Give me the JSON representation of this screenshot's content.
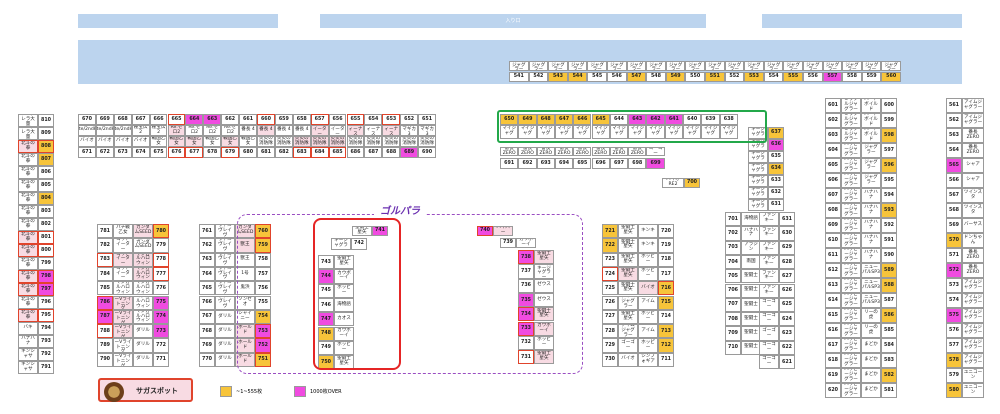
{
  "header": {
    "entrance_label": "入り口"
  },
  "landmark": {
    "title": "ゴルパラ"
  },
  "spot": {
    "label": "サガスポット"
  },
  "legend": [
    {
      "swatch": "#f7c43a",
      "label": "~1~555枚"
    },
    {
      "swatch": "#f04be0",
      "label": "1000枚OVER"
    }
  ],
  "colors": {
    "yellow": "#f7c43a",
    "magenta": "#f04be0",
    "pink": "#f8dbe3",
    "highlight": "#e0442c",
    "dash": "#9a4ec2",
    "green": "#23a84a",
    "bar": "#bcd4ee"
  },
  "top_row": {
    "models": [
      "アイムジャグラー",
      "アイムジャグラー",
      "アイムジャグラー",
      "アイムジャグラー",
      "アイムジャグラー",
      "アイムジャグラー",
      "アイムジャグラー",
      "アイムジャグラー",
      "アイムジャグラー",
      "アイムジャグラー",
      "アイムジャグラー",
      "アイムジャグラー",
      "アイムジャグラー",
      "アイムジャグラー",
      "アイムジャグラー",
      "アイムジャグラー",
      "アイムジャグラー",
      "アイムジャグラー",
      "アイムジャグラー",
      "アイムジャグラー"
    ],
    "numbers": [
      "541",
      "542",
      "543",
      "544",
      "545",
      "546",
      "547",
      "548",
      "549",
      "550",
      "551",
      "552",
      "553",
      "554",
      "555",
      "556",
      "557",
      "558",
      "559",
      "560"
    ]
  },
  "left_col": {
    "rows": [
      {
        "model": "シンデレラ大量",
        "num": "810"
      },
      {
        "model": "シンデレラ大量",
        "num": "809"
      },
      {
        "model": "北斗の拳",
        "num": "808"
      },
      {
        "model": "北斗の拳",
        "num": "807"
      },
      {
        "model": "北斗の拳",
        "num": "806"
      },
      {
        "model": "北斗の拳",
        "num": "805"
      },
      {
        "model": "北斗の拳",
        "num": "804"
      },
      {
        "model": "北斗の拳",
        "num": "803"
      },
      {
        "model": "北斗の拳",
        "num": "802"
      },
      {
        "model": "北斗の拳",
        "num": "801"
      },
      {
        "model": "北斗の拳",
        "num": "800"
      },
      {
        "model": "北斗の拳",
        "num": "799"
      },
      {
        "model": "北斗の拳",
        "num": "798"
      },
      {
        "model": "北斗の拳",
        "num": "797"
      },
      {
        "model": "北斗の拳",
        "num": "796"
      },
      {
        "model": "北斗の拳",
        "num": "795"
      },
      {
        "model": "バキ",
        "num": "794"
      },
      {
        "model": "ハナハナ",
        "num": "793"
      },
      {
        "model": "キンシャサ",
        "num": "792"
      },
      {
        "model": "キンシャサ",
        "num": "791"
      }
    ]
  },
  "upper_block": {
    "numbers_top": [
      "670",
      "669",
      "668",
      "667",
      "666",
      "665",
      "664",
      "663",
      "662",
      "661",
      "660",
      "659",
      "658",
      "657",
      "656",
      "655",
      "654",
      "653",
      "652",
      "651"
    ],
    "models_top": [
      "Fate/2ndHE",
      "Fate/2ndHE",
      "Fate/2ndHE",
      "秘宝伝 2",
      "秘宝伝 2",
      "Re:ゼロ2",
      "Re:ゼロ2",
      "Re:ゼロ2",
      "Re:ゼロ2",
      "番長 4",
      "番長 4",
      "番長 4",
      "番長 4",
      "ゴッドイーター",
      "ゴッドイーター",
      "ネオヴィーナス",
      "ネオヴィーナス",
      "ネオヴィーナス",
      "まどかマギカ3",
      "まどかマギカ3"
    ],
    "models_bottom": [
      "バイオ",
      "バイオ",
      "バイオ",
      "バイオ",
      "戦国乙女",
      "戦国乙女",
      "戦国乙女",
      "戦国乙女",
      "戦国乙女",
      "戦国乙女",
      "炎炎の消防隊",
      "炎炎の消防隊",
      "炎炎の消防隊",
      "炎炎の消防隊",
      "炎炎の消防隊",
      "炎炎の消防隊",
      "炎炎の消防隊",
      "炎炎の消防隊",
      "炎炎の消防隊",
      "炎炎の消防隊"
    ],
    "numbers_bottom": [
      "671",
      "672",
      "673",
      "674",
      "675",
      "676",
      "677",
      "678",
      "679",
      "680",
      "681",
      "682",
      "683",
      "684",
      "685",
      "686",
      "687",
      "688",
      "689",
      "690"
    ]
  },
  "green_block": {
    "numbers_top": [
      "650",
      "649",
      "648",
      "647",
      "646",
      "645",
      "644",
      "643",
      "642",
      "641",
      "640",
      "639",
      "638"
    ],
    "models_top": [
      "マイジャグ",
      "マイジャグ",
      "マイジャグ",
      "マイジャグ",
      "マイジャグ",
      "マイジャグ",
      "マイジャグ",
      "マイジャグ",
      "マイジャグ",
      "マイジャグ",
      "マイジャグ",
      "マイジャグ",
      "マイジャグ"
    ],
    "models_bottom": [
      "番長ZERO",
      "番長ZERO",
      "番長ZERO",
      "番長ZERO",
      "番長ZERO",
      "番長ZERO",
      "番長ZERO",
      "番長ZERO",
      "ゴーゴー"
    ],
    "numbers_bottom": [
      "691",
      "692",
      "693",
      "694",
      "695",
      "696",
      "697",
      "698",
      "699"
    ]
  },
  "col_637": {
    "models": [
      "ファンキージャグラー",
      "ファンキージャグラー",
      "ファンキージャグラー",
      "ファンキージャグラー",
      "ファンキージャグラー",
      "ファンキージャグラー",
      "ファンキージャグラー"
    ],
    "numbers": [
      "637",
      "636",
      "635",
      "634",
      "633",
      "632",
      "631"
    ],
    "extra": [
      {
        "model": "バイオRE2",
        "num": "700"
      }
    ]
  },
  "block_780": {
    "left": [
      {
        "num": "781",
        "model": "パチ戦乙女"
      },
      {
        "num": "782",
        "model": "ゴッドイーター"
      },
      {
        "num": "783",
        "model": "ゴッドイーター"
      },
      {
        "num": "784",
        "model": "ゴッドイーター"
      },
      {
        "num": "785",
        "model": "マジカルハロウィン"
      },
      {
        "num": "786",
        "model": "サンダーVライトニング"
      },
      {
        "num": "787",
        "model": "サンダーVライトニング"
      },
      {
        "num": "788",
        "model": "サンダーVライトニング"
      },
      {
        "num": "789",
        "model": "サンダーVライトニング"
      },
      {
        "num": "790",
        "model": "サンダーVライトニング"
      }
    ],
    "right": [
      {
        "num": "780",
        "model": "ガンダムSEED"
      },
      {
        "num": "779",
        "model": "ガンダムSEED"
      },
      {
        "num": "778",
        "model": "マジカルハロウィン"
      },
      {
        "num": "777",
        "model": "マジカルハロウィン"
      },
      {
        "num": "776",
        "model": "マジカルハロウィン"
      },
      {
        "num": "775",
        "model": "マジカルハロウィン"
      },
      {
        "num": "774",
        "model": "マジカルハロウィン"
      },
      {
        "num": "773",
        "model": "ダリル"
      },
      {
        "num": "772",
        "model": "ダリル"
      },
      {
        "num": "771",
        "model": "ダリル"
      }
    ]
  },
  "block_760": {
    "left": [
      {
        "num": "761",
        "model": "ヴァルヴレイヴ"
      },
      {
        "num": "762",
        "model": "ヴァルヴレイヴ"
      },
      {
        "num": "763",
        "model": "ヴァルヴレイヴ"
      },
      {
        "num": "764",
        "model": "ヴァルヴレイヴ"
      },
      {
        "num": "765",
        "model": "ヴァルヴレイヴ"
      },
      {
        "num": "766",
        "model": "ヴァルヴレイヴ"
      },
      {
        "num": "767",
        "model": "ダリル"
      },
      {
        "num": "768",
        "model": "ダリル"
      },
      {
        "num": "769",
        "model": "ダリル"
      },
      {
        "num": "770",
        "model": "ダリル"
      }
    ],
    "right": [
      {
        "num": "760",
        "model": "ガンダムSEED"
      },
      {
        "num": "759",
        "model": "獣王"
      },
      {
        "num": "758",
        "model": "獣王"
      },
      {
        "num": "757",
        "model": "1号"
      },
      {
        "num": "756",
        "model": "鬼浜"
      },
      {
        "num": "755",
        "model": "ソンセオ"
      },
      {
        "num": "754",
        "model": "シャイニー"
      },
      {
        "num": "753",
        "model": "ホールド"
      },
      {
        "num": "752",
        "model": "ホールド"
      },
      {
        "num": "751",
        "model": "ホールド"
      }
    ]
  },
  "gorupara_red": {
    "top": [
      {
        "num": "741",
        "model": "聖闘士星矢"
      }
    ],
    "second": [
      {
        "num": "742",
        "model": "ファンキージャグラー"
      }
    ],
    "left": [
      {
        "num": "743",
        "model": "聖闘士星矢"
      },
      {
        "num": "744",
        "model": "カウボーイ"
      },
      {
        "num": "745",
        "model": "ホッピー"
      },
      {
        "num": "746",
        "model": "海物語"
      },
      {
        "num": "747",
        "model": "カオス"
      },
      {
        "num": "748",
        "model": "カウボーイ"
      },
      {
        "num": "749",
        "model": "ホッピー"
      },
      {
        "num": "750",
        "model": "聖闘士星矢"
      }
    ]
  },
  "gorupara_right": {
    "top": [
      {
        "num": "740",
        "model": "ハイパー"
      },
      {
        "num": "739",
        "model": "カウボーイ"
      }
    ],
    "rows": [
      {
        "num": "738",
        "model": "聖闘士星矢"
      },
      {
        "num": "737",
        "model": "ファンキージャグラー"
      },
      {
        "num": "736",
        "model": "ゼウス"
      },
      {
        "num": "735",
        "model": "ゼウス"
      },
      {
        "num": "734",
        "model": "聖闘士星矢"
      },
      {
        "num": "733",
        "model": "カウボーイ"
      },
      {
        "num": "732",
        "model": "ホッピー"
      },
      {
        "num": "731",
        "model": "聖闘士星矢"
      }
    ]
  },
  "block_720": {
    "left": [
      {
        "num": "721",
        "model": "聖闘士星矢"
      },
      {
        "num": "722",
        "model": "聖闘士星矢"
      },
      {
        "num": "723",
        "model": "聖闘士星矢"
      },
      {
        "num": "724",
        "model": "聖闘士星矢"
      },
      {
        "num": "725",
        "model": "聖闘士星矢"
      },
      {
        "num": "726",
        "model": "アイムジャグラー"
      },
      {
        "num": "727",
        "model": "聖闘士星矢"
      },
      {
        "num": "728",
        "model": "アイムジャグラー"
      },
      {
        "num": "729",
        "model": "ゴーゴー"
      },
      {
        "num": "730",
        "model": "バイオ"
      }
    ],
    "right": [
      {
        "num": "720",
        "model": "キンキ"
      },
      {
        "num": "719",
        "model": "キンキ"
      },
      {
        "num": "718",
        "model": "ホッピー"
      },
      {
        "num": "717",
        "model": "ホッピー"
      },
      {
        "num": "716",
        "model": "バイオ"
      },
      {
        "num": "715",
        "model": "アイム"
      },
      {
        "num": "714",
        "model": "ホッピー"
      },
      {
        "num": "713",
        "model": "アイム"
      },
      {
        "num": "712",
        "model": "ホッピー"
      },
      {
        "num": "711",
        "model": "シンフォギア"
      }
    ]
  },
  "block_701": {
    "left": [
      {
        "num": "701",
        "model": "海物語"
      },
      {
        "num": "702",
        "model": "ハナハナ"
      },
      {
        "num": "703",
        "model": "アラジン"
      },
      {
        "num": "704",
        "model": "南国"
      },
      {
        "num": "705",
        "model": "聖闘士"
      },
      {
        "num": "706",
        "model": "聖闘士"
      },
      {
        "num": "707",
        "model": "聖闘士"
      },
      {
        "num": "708",
        "model": "聖闘士"
      },
      {
        "num": "709",
        "model": "聖闘士"
      },
      {
        "num": "710",
        "model": "聖闘士"
      }
    ],
    "right": [
      {
        "num": "631",
        "model": "ファンキー"
      },
      {
        "num": "630",
        "model": "ファンキー"
      },
      {
        "num": "629",
        "model": "ファンキー"
      },
      {
        "num": "628",
        "model": "ファンキー"
      },
      {
        "num": "627",
        "model": "ファンキー"
      },
      {
        "num": "626",
        "model": "ファンキー"
      },
      {
        "num": "625",
        "model": "ゴーゴー"
      },
      {
        "num": "624",
        "model": "ゴーゴー"
      },
      {
        "num": "623",
        "model": "ゴーゴー"
      },
      {
        "num": "622",
        "model": "ゴーゴー"
      },
      {
        "num": "621",
        "model": "ゴーゴー"
      }
    ]
  },
  "block_601": {
    "left": [
      {
        "num": "601",
        "model": "ミラクルジャグラー"
      },
      {
        "num": "602",
        "model": "ミラクルジャグラー"
      },
      {
        "num": "603",
        "model": "ミラクルジャグラー"
      },
      {
        "num": "604",
        "model": "ハッピージャグラー"
      },
      {
        "num": "605",
        "model": "ハッピージャグラー"
      },
      {
        "num": "606",
        "model": "ハッピージャグラー"
      },
      {
        "num": "607",
        "model": "ハッピージャグラー"
      },
      {
        "num": "608",
        "model": "ハッピージャグラー"
      },
      {
        "num": "609",
        "model": "ハッピージャグラー"
      },
      {
        "num": "610",
        "model": "ハッピージャグラー"
      },
      {
        "num": "611",
        "model": "ハッピージャグラー"
      },
      {
        "num": "612",
        "model": "ハッピージャグラー"
      },
      {
        "num": "613",
        "model": "ハッピージャグラー"
      },
      {
        "num": "614",
        "model": "ハッピージャグラー"
      },
      {
        "num": "615",
        "model": "ハッピージャグラー"
      },
      {
        "num": "616",
        "model": "ハッピージャグラー"
      },
      {
        "num": "617",
        "model": "ハッピージャグラー"
      },
      {
        "num": "618",
        "model": "ハッピージャグラー"
      },
      {
        "num": "619",
        "model": "ハッピージャグラー"
      },
      {
        "num": "620",
        "model": "ハッピージャグラー"
      }
    ],
    "mid": [
      "ハードボイルド",
      "ハードボイルド",
      "ハードボイルド",
      "ジャグラー",
      "ジャグラー",
      "ジャグラー",
      "ハナハナ",
      "ハナハナ",
      "ハナハナ",
      "ハナハナ",
      "ハナハナ",
      "ニューパルSP3",
      "ニューパルSP3",
      "ニューパルSP3",
      "リーの虎",
      "リーの虎",
      "まどか",
      "まどか",
      "まどか",
      "まどか"
    ],
    "right": [
      "600",
      "599",
      "598",
      "597",
      "596",
      "595",
      "594",
      "593",
      "592",
      "591",
      "590",
      "589",
      "588",
      "587",
      "586",
      "585",
      "584",
      "583",
      "582",
      "581"
    ]
  },
  "right_col": {
    "rows": [
      {
        "num": "561",
        "model": "アイムジャグラー"
      },
      {
        "num": "562",
        "model": "アイムジャグラー"
      },
      {
        "num": "563",
        "model": "番長ZERO"
      },
      {
        "num": "564",
        "model": "番長ZERO"
      },
      {
        "num": "565",
        "model": "シャア"
      },
      {
        "num": "566",
        "model": "シャア"
      },
      {
        "num": "567",
        "model": "ツインスタ"
      },
      {
        "num": "568",
        "model": "ツインスタ"
      },
      {
        "num": "569",
        "model": "バーサス"
      },
      {
        "num": "570",
        "model": "ドンちゃん"
      },
      {
        "num": "571",
        "model": "番長ZERO"
      },
      {
        "num": "572",
        "model": "番長ZERO"
      },
      {
        "num": "573",
        "model": "アイムジャグラー"
      },
      {
        "num": "574",
        "model": "アイムジャグラー"
      },
      {
        "num": "575",
        "model": "アイムジャグラー"
      },
      {
        "num": "576",
        "model": "アイムジャグラー"
      },
      {
        "num": "577",
        "model": "アイムジャグラー"
      },
      {
        "num": "578",
        "model": "アイムジャグラー"
      },
      {
        "num": "579",
        "model": "ユニコーン"
      },
      {
        "num": "580",
        "model": "ユニコーン"
      }
    ]
  }
}
